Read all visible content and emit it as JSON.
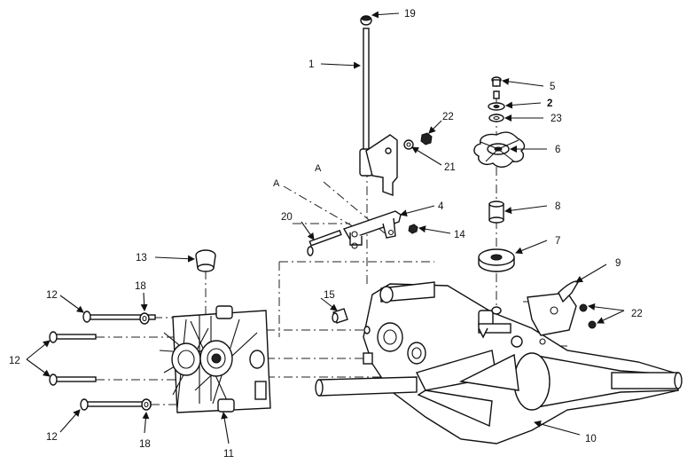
{
  "diagram": {
    "callouts": {
      "c1": "1",
      "c2": "2",
      "c4": "4",
      "c5": "5",
      "c6": "6",
      "c7": "7",
      "c8": "8",
      "c9": "9",
      "c10": "10",
      "c11": "11",
      "c12a": "12",
      "c12b": "12",
      "c12c": "12",
      "c13": "13",
      "c14": "14",
      "c15": "15",
      "c18a": "18",
      "c18b": "18",
      "c19": "19",
      "c20": "20",
      "c21": "21",
      "c22a": "22",
      "c22b": "22",
      "c23": "23"
    },
    "refs": {
      "a1": "A",
      "a2": "A"
    }
  }
}
